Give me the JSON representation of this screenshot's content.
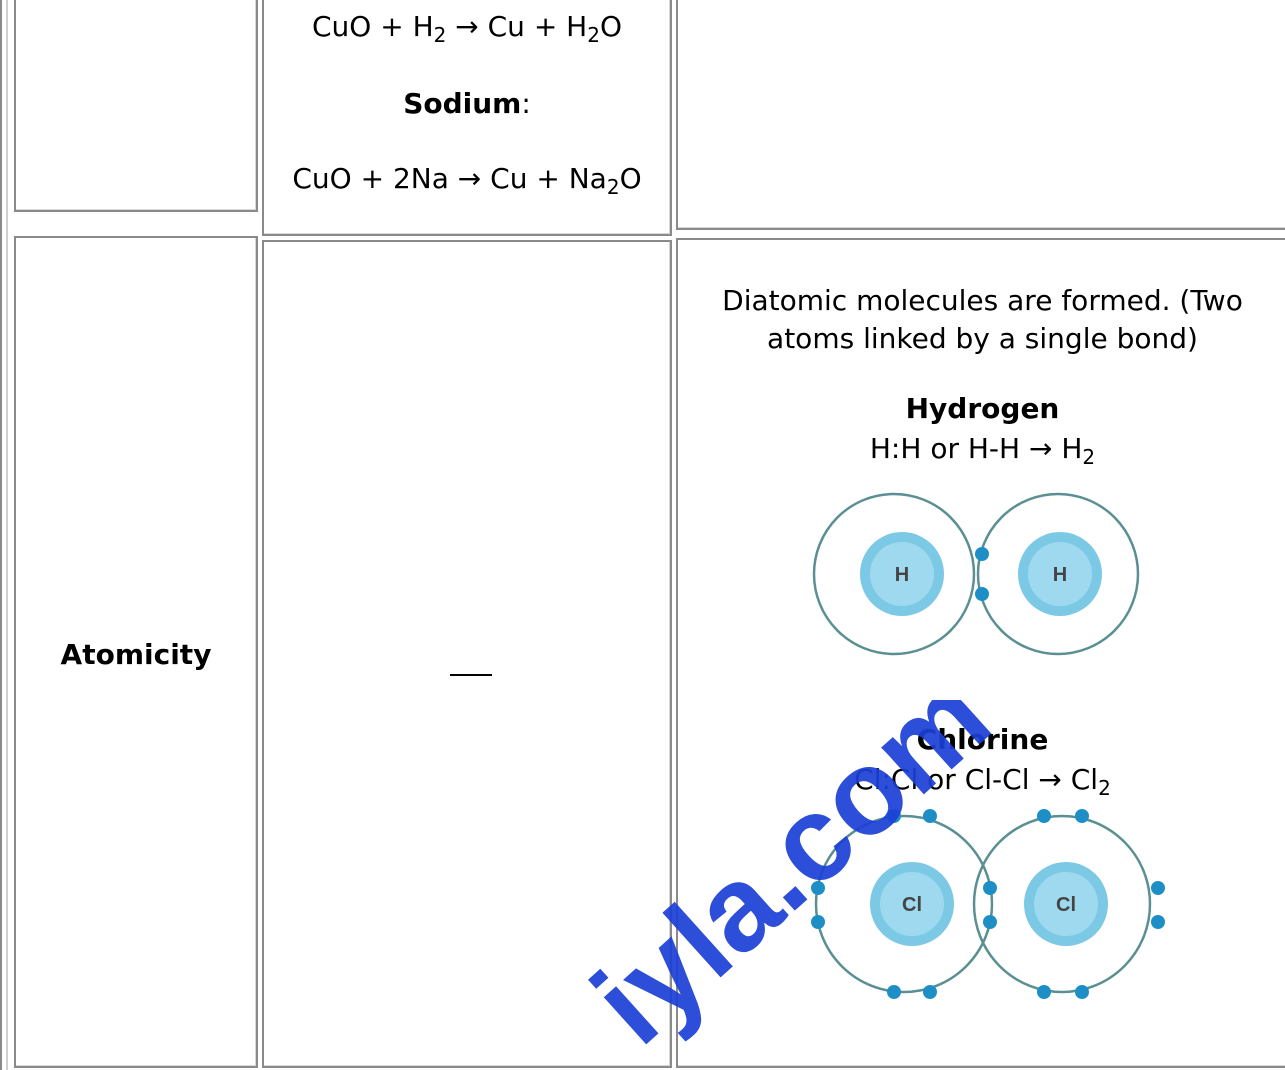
{
  "row1": {
    "equation_h2": [
      "CuO + H",
      "2",
      " → Cu + H",
      "2",
      "O"
    ],
    "sodium_label": "Sodium",
    "sodium_colon": ":",
    "equation_na": [
      "CuO + 2Na → Cu + Na",
      "2",
      "O"
    ]
  },
  "row2": {
    "property_label": "Atomicity",
    "middle_value": "—",
    "description_line1": "Diatomic molecules are formed. (Two",
    "description_line2": "atoms linked by a single bond)",
    "hydrogen": {
      "title": "Hydrogen",
      "formula": [
        "H:H or H-H → H",
        "2"
      ],
      "atom_label_left": "H",
      "atom_label_right": "H"
    },
    "chlorine": {
      "title": "Chlorine",
      "formula": [
        "Cl:Cl or Cl-Cl → Cl",
        "2"
      ],
      "atom_label_left": "Cl",
      "atom_label_right": "Cl"
    }
  },
  "watermark_text": "iyla.com",
  "colors": {
    "orbit": "#5a8f93",
    "nucleus": "#7cc9e6",
    "electron": "#1e8fc6",
    "watermark": "#1b3fd6"
  }
}
